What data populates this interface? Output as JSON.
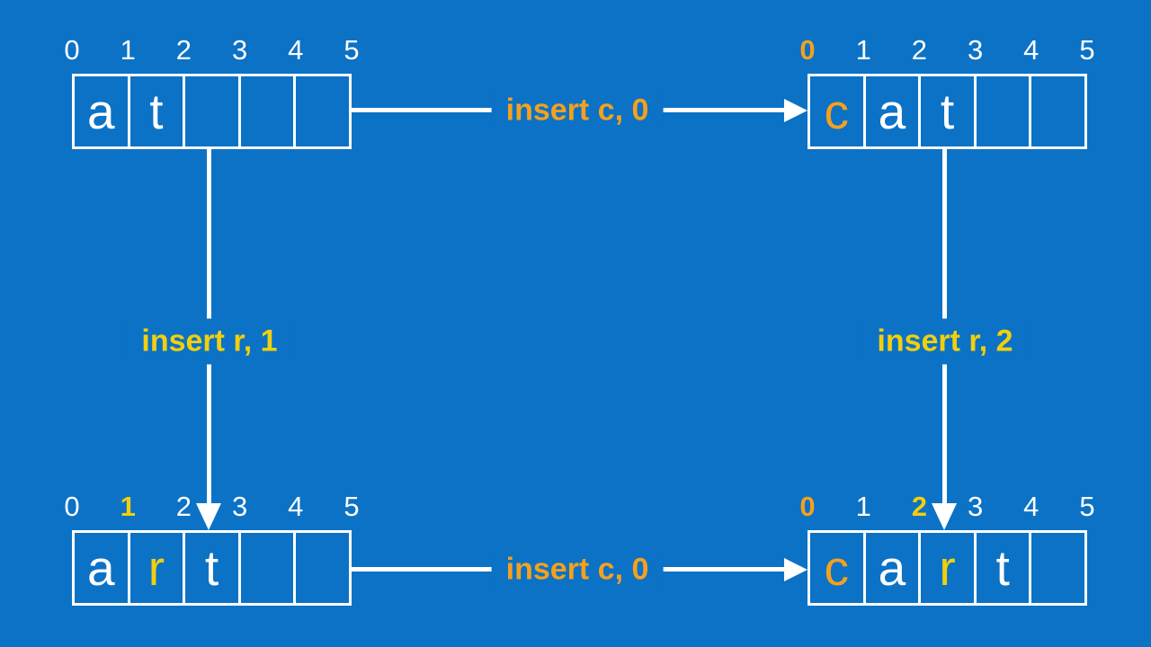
{
  "colors": {
    "background": "#0B72C6",
    "arrow_white": "#FFFFFF",
    "orange": "#F5A01E",
    "yellow": "#F2CF0D",
    "white": "#FFFFFF"
  },
  "arrays": {
    "top_left": {
      "indices": [
        {
          "label": "0",
          "color": "white"
        },
        {
          "label": "1",
          "color": "white"
        },
        {
          "label": "2",
          "color": "white"
        },
        {
          "label": "3",
          "color": "white"
        },
        {
          "label": "4",
          "color": "white"
        },
        {
          "label": "5",
          "color": "white"
        }
      ],
      "cells": [
        {
          "char": "a",
          "color": "white"
        },
        {
          "char": "t",
          "color": "white"
        },
        {
          "char": "",
          "color": "white"
        },
        {
          "char": "",
          "color": "white"
        },
        {
          "char": "",
          "color": "white"
        }
      ]
    },
    "top_right": {
      "indices": [
        {
          "label": "0",
          "color": "orange"
        },
        {
          "label": "1",
          "color": "white"
        },
        {
          "label": "2",
          "color": "white"
        },
        {
          "label": "3",
          "color": "white"
        },
        {
          "label": "4",
          "color": "white"
        },
        {
          "label": "5",
          "color": "white"
        }
      ],
      "cells": [
        {
          "char": "c",
          "color": "orange"
        },
        {
          "char": "a",
          "color": "white"
        },
        {
          "char": "t",
          "color": "white"
        },
        {
          "char": "",
          "color": "white"
        },
        {
          "char": "",
          "color": "white"
        }
      ]
    },
    "bottom_left": {
      "indices": [
        {
          "label": "0",
          "color": "white"
        },
        {
          "label": "1",
          "color": "yellow"
        },
        {
          "label": "2",
          "color": "white"
        },
        {
          "label": "3",
          "color": "white"
        },
        {
          "label": "4",
          "color": "white"
        },
        {
          "label": "5",
          "color": "white"
        }
      ],
      "cells": [
        {
          "char": "a",
          "color": "white"
        },
        {
          "char": "r",
          "color": "yellow"
        },
        {
          "char": "t",
          "color": "white"
        },
        {
          "char": "",
          "color": "white"
        },
        {
          "char": "",
          "color": "white"
        }
      ]
    },
    "bottom_right": {
      "indices": [
        {
          "label": "0",
          "color": "orange"
        },
        {
          "label": "1",
          "color": "white"
        },
        {
          "label": "2",
          "color": "yellow"
        },
        {
          "label": "3",
          "color": "white"
        },
        {
          "label": "4",
          "color": "white"
        },
        {
          "label": "5",
          "color": "white"
        }
      ],
      "cells": [
        {
          "char": "c",
          "color": "orange"
        },
        {
          "char": "a",
          "color": "white"
        },
        {
          "char": "r",
          "color": "yellow"
        },
        {
          "char": "t",
          "color": "white"
        },
        {
          "char": "",
          "color": "white"
        }
      ]
    }
  },
  "arrows": {
    "top": {
      "label": "insert c, 0",
      "color": "orange"
    },
    "left": {
      "label": "insert r, 1",
      "color": "yellow"
    },
    "right": {
      "label": "insert r, 2",
      "color": "yellow"
    },
    "bottom": {
      "label": "insert c, 0",
      "color": "orange"
    }
  }
}
